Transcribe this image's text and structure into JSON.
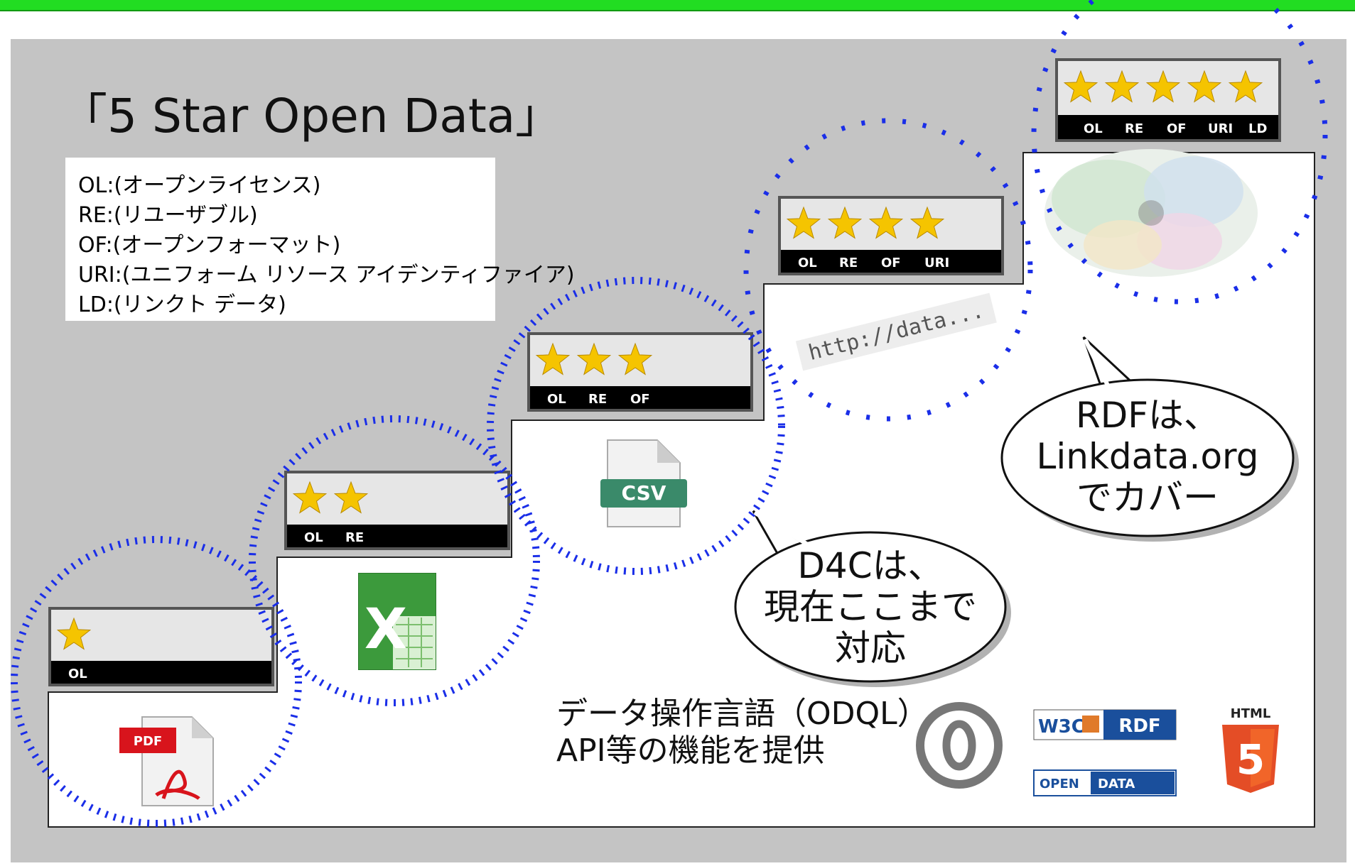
{
  "title": "「5 Star Open Data」",
  "legend": [
    "OL:(オープンライセンス)",
    "RE:(リユーザブル)",
    "OF:(オープンフォーマット)",
    "URI:(ユニフォーム リソース アイデンティファイア)",
    "LD:(リンクト データ)"
  ],
  "badges": [
    {
      "stars": 1,
      "codes": [
        "OL"
      ]
    },
    {
      "stars": 2,
      "codes": [
        "OL",
        "RE"
      ]
    },
    {
      "stars": 3,
      "codes": [
        "OL",
        "RE",
        "OF"
      ]
    },
    {
      "stars": 4,
      "codes": [
        "OL",
        "RE",
        "OF",
        "URI"
      ]
    },
    {
      "stars": 5,
      "codes": [
        "OL",
        "RE",
        "OF",
        "URI",
        "LD"
      ]
    }
  ],
  "format_icons": {
    "pdf": "PDF",
    "csv": "CSV",
    "url": "http://data..."
  },
  "callouts": {
    "d4c": [
      "D4Cは、",
      "現在ここまで",
      "対応"
    ],
    "rdf": [
      "RDFは、",
      "Linkdata.org",
      "でカバー"
    ]
  },
  "description": [
    "データ操作言語（ODQL）",
    "API等の機能を提供"
  ],
  "logos": {
    "w3c": "W3C",
    "rdf": "RDF",
    "open": "OPEN",
    "data": "DATA",
    "html": "HTML",
    "html_num": "5"
  },
  "colors": {
    "top_bar": "#22dd22",
    "panel": "#c4c4c4",
    "star": "#f5c400",
    "dotted_circle": "#1a2ee8"
  }
}
